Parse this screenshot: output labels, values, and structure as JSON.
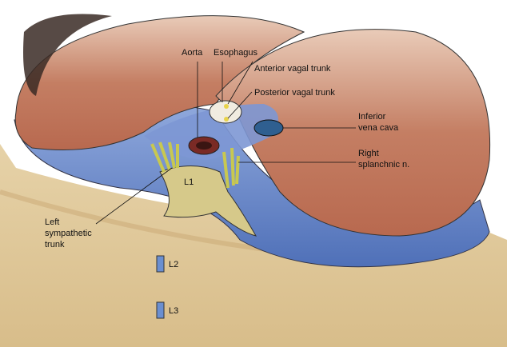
{
  "labels": {
    "aorta": "Aorta",
    "esophagus": "Esophagus",
    "anterior_vagal": "Anterior vagal trunk",
    "posterior_vagal": "Posterior vagal trunk",
    "ivc_1": "Inferior",
    "ivc_2": "vena cava",
    "splanchnic_1": "Right",
    "splanchnic_2": "splanchnic n.",
    "l1": "L1",
    "sympathetic_1": "Left",
    "sympathetic_2": "sympathetic",
    "sympathetic_3": "trunk",
    "l2": "L2",
    "l3": "L3"
  },
  "colors": {
    "dome": "#c98a6e",
    "diaphragm_blue": "#6f8fce",
    "body_wall": "#dcc597",
    "nerve": "#d8d860",
    "vertebra": "#d6c98a",
    "aorta": "#7a2a25",
    "ivc": "#2f5f90"
  }
}
